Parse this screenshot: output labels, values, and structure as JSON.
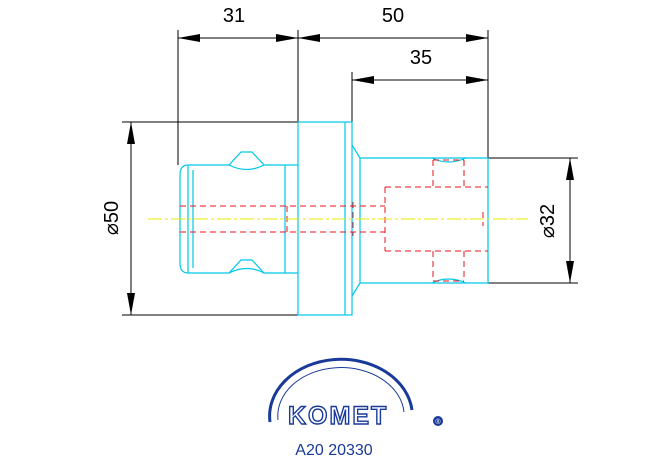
{
  "dimensions": {
    "length_31": "31",
    "length_50": "50",
    "length_35": "35",
    "diameter_50": "⌀50",
    "diameter_32": "⌀32"
  },
  "brand": {
    "logo_text": "KOMET",
    "registered_mark": "®",
    "article_code": "A20 20330"
  },
  "colors": {
    "part_outline": "#00c8e8",
    "hidden_lines": "#e8141c",
    "center_line": "#e8e800",
    "dimension_lines": "#000000",
    "logo_blue": "#1a3a9a"
  }
}
